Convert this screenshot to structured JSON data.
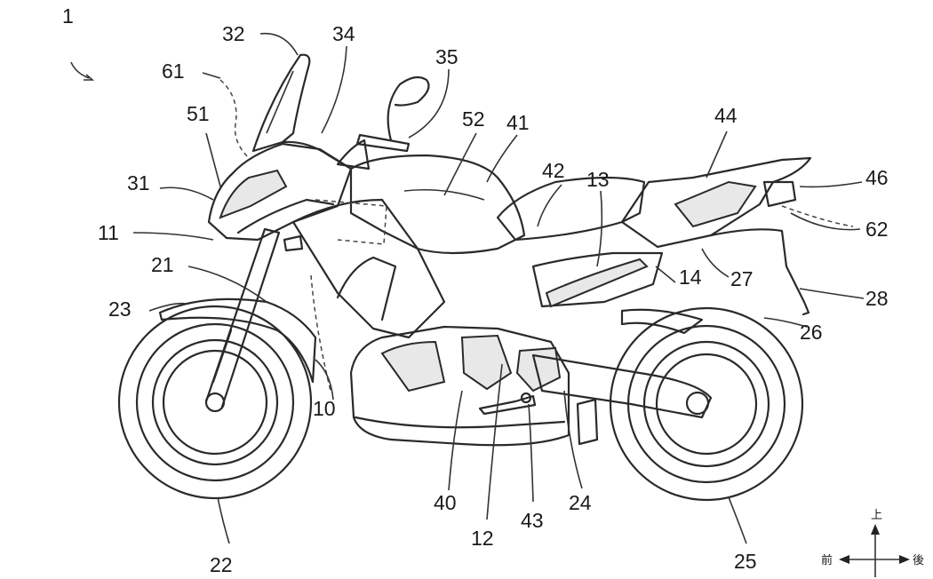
{
  "figure_number": "1",
  "labels": [
    {
      "id": "1",
      "text": "1"
    },
    {
      "id": "32",
      "text": "32"
    },
    {
      "id": "34",
      "text": "34"
    },
    {
      "id": "35",
      "text": "35"
    },
    {
      "id": "61",
      "text": "61"
    },
    {
      "id": "51",
      "text": "51"
    },
    {
      "id": "52",
      "text": "52"
    },
    {
      "id": "41",
      "text": "41"
    },
    {
      "id": "44",
      "text": "44"
    },
    {
      "id": "42",
      "text": "42"
    },
    {
      "id": "13",
      "text": "13"
    },
    {
      "id": "46",
      "text": "46"
    },
    {
      "id": "31",
      "text": "31"
    },
    {
      "id": "62",
      "text": "62"
    },
    {
      "id": "11",
      "text": "11"
    },
    {
      "id": "21",
      "text": "21"
    },
    {
      "id": "14",
      "text": "14"
    },
    {
      "id": "27",
      "text": "27"
    },
    {
      "id": "28",
      "text": "28"
    },
    {
      "id": "23",
      "text": "23"
    },
    {
      "id": "26",
      "text": "26"
    },
    {
      "id": "10",
      "text": "10"
    },
    {
      "id": "40",
      "text": "40"
    },
    {
      "id": "24",
      "text": "24"
    },
    {
      "id": "12",
      "text": "12"
    },
    {
      "id": "43",
      "text": "43"
    },
    {
      "id": "22",
      "text": "22"
    },
    {
      "id": "25",
      "text": "25"
    }
  ],
  "direction_indicator": {
    "up": "上",
    "front": "前",
    "rear": "後"
  }
}
